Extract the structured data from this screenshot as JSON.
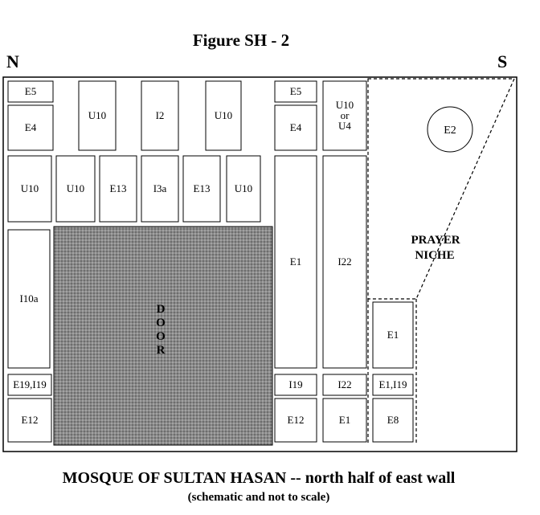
{
  "figure_title": "Figure SH - 2",
  "compass": {
    "left": "N",
    "right": "S"
  },
  "caption": "MOSQUE OF SULTAN HASAN --  north half of east wall",
  "subcaption": "(schematic and not to scale)",
  "colors": {
    "door_fill": "#8a8a8a",
    "line": "#000000"
  },
  "panels": [
    {
      "id": "p1",
      "label": "E5"
    },
    {
      "id": "p2",
      "label": "E4"
    },
    {
      "id": "p3",
      "label": "U10"
    },
    {
      "id": "p4",
      "label": "I2"
    },
    {
      "id": "p5",
      "label": "U10"
    },
    {
      "id": "p6",
      "label": "E5"
    },
    {
      "id": "p7",
      "label": "E4"
    },
    {
      "id": "p8",
      "label": "U10 or U4"
    },
    {
      "id": "p9",
      "label": "U10"
    },
    {
      "id": "p10",
      "label": "U10"
    },
    {
      "id": "p11",
      "label": "E13"
    },
    {
      "id": "p12",
      "label": "I3a"
    },
    {
      "id": "p13",
      "label": "E13"
    },
    {
      "id": "p14",
      "label": "U10"
    },
    {
      "id": "p15",
      "label": "E1"
    },
    {
      "id": "p16",
      "label": "I22"
    },
    {
      "id": "p17",
      "label": "I10a"
    },
    {
      "id": "p18",
      "label": "E1"
    },
    {
      "id": "p19",
      "label": "E19,I19"
    },
    {
      "id": "p20",
      "label": "I19"
    },
    {
      "id": "p21",
      "label": "I22"
    },
    {
      "id": "p22",
      "label": "E1,I19"
    },
    {
      "id": "p23",
      "label": "E12"
    },
    {
      "id": "p24",
      "label": "E12"
    },
    {
      "id": "p25",
      "label": "E1"
    },
    {
      "id": "p26",
      "label": "E8"
    }
  ],
  "door": {
    "label": "DOOR"
  },
  "circle": {
    "label": "E2"
  },
  "niche": {
    "line1": "PRAYER",
    "line2": "NICHE"
  }
}
